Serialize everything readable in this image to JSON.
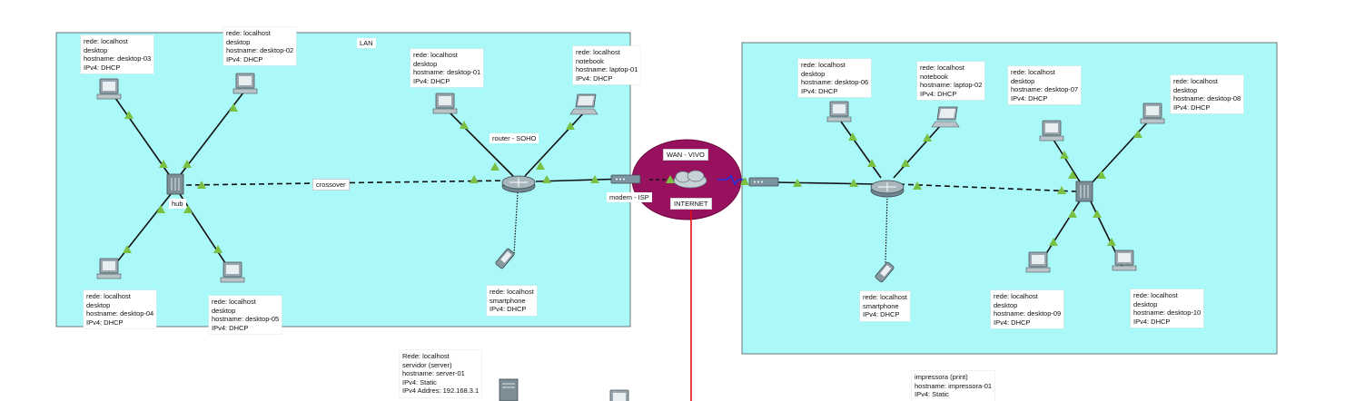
{
  "areas": {
    "lan_label": "LAN",
    "wan_label": "WAN - VIVO",
    "internet_label": "INTERNET"
  },
  "link_labels": {
    "crossover": "crossover",
    "hub": "hub",
    "router_soho": "router - SOHO",
    "modem_isp": "modem - ISP"
  },
  "devices": [
    {
      "id": "desktop-03",
      "lines": [
        "rede: localhost",
        "desktop",
        "hostname: desktop-03",
        "IPv4: DHCP"
      ]
    },
    {
      "id": "desktop-02",
      "lines": [
        "rede: localhost",
        "desktop",
        "hostname: desktop-02",
        "IPv4: DHCP"
      ]
    },
    {
      "id": "desktop-01",
      "lines": [
        "rede: localhost",
        "desktop",
        "hostname: desktop-01",
        "IPv4: DHCP"
      ]
    },
    {
      "id": "laptop-01",
      "lines": [
        "rede: localhost",
        "notebook",
        "hostname: laptop-01",
        "IPv4: DHCP"
      ]
    },
    {
      "id": "desktop-04",
      "lines": [
        "rede: localhost",
        "desktop",
        "hostname: desktop-04",
        "IPv4: DHCP"
      ]
    },
    {
      "id": "desktop-05",
      "lines": [
        "rede: localhost",
        "desktop",
        "hostname: desktop-05",
        "IPv4: DHCP"
      ]
    },
    {
      "id": "smartphone-left",
      "lines": [
        "rede: localhost",
        "smartphone",
        "IPv4: DHCP"
      ]
    },
    {
      "id": "desktop-06",
      "lines": [
        "rede: localhost",
        "desktop",
        "hostname: desktop-06",
        "IPv4: DHCP"
      ]
    },
    {
      "id": "laptop-02",
      "lines": [
        "rede: localhost",
        "notebook",
        "hostname: laptop-02",
        "IPv4: DHCP"
      ]
    },
    {
      "id": "desktop-07",
      "lines": [
        "rede: localhost",
        "desktop",
        "hostname: desktop-07",
        "IPv4: DHCP"
      ]
    },
    {
      "id": "desktop-08",
      "lines": [
        "rede: localhost",
        "desktop",
        "hostname: desktop-08",
        "IPv4: DHCP"
      ]
    },
    {
      "id": "smartphone-right",
      "lines": [
        "rede: localhost",
        "smartphone",
        "IPv4: DHCP"
      ]
    },
    {
      "id": "desktop-09",
      "lines": [
        "rede: localhost",
        "desktop",
        "hostname: desktop-09",
        "IPv4: DHCP"
      ]
    },
    {
      "id": "desktop-10",
      "lines": [
        "rede: localhost",
        "desktop",
        "hostname: desktop-10",
        "IPv4: DHCP"
      ]
    },
    {
      "id": "server-01",
      "lines": [
        "Rede: localhost",
        "servidor (server)",
        "hostname: server-01",
        "IPv4: Static",
        "IPv4 Addres: 192.168.3.1"
      ]
    },
    {
      "id": "impressora-01",
      "lines": [
        "impressora (print)",
        "hostname: impressora-01",
        "IPv4: Static"
      ]
    }
  ],
  "colors": {
    "lan_fill": "#aaf8f8",
    "wan_fill": "#98115e",
    "link_up": "#79c043",
    "cable": "#111111",
    "serial": "#1d2fe6",
    "wan_uplink": "#e01010"
  }
}
